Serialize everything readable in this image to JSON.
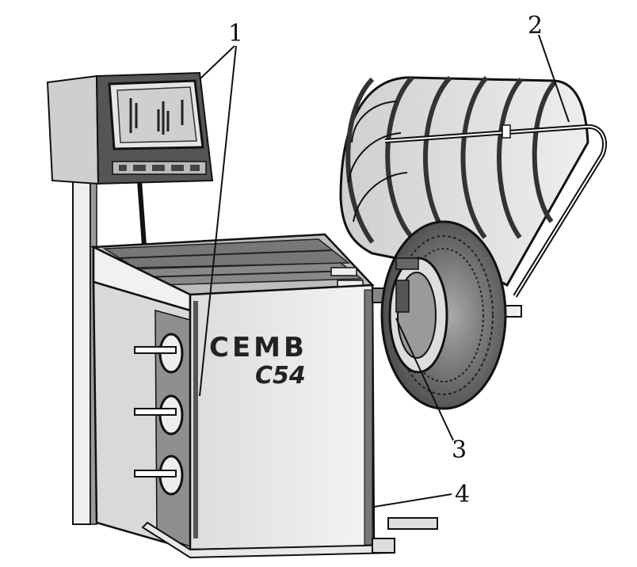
{
  "diagram": {
    "brand_text": "CEMB",
    "model_text": "C54",
    "callouts": [
      {
        "id": "1",
        "label": "1"
      },
      {
        "id": "2",
        "label": "2"
      },
      {
        "id": "3",
        "label": "3"
      },
      {
        "id": "4",
        "label": "4"
      }
    ]
  },
  "colors": {
    "ink": "#111111",
    "light_gray": "#e6e6e6",
    "mid_gray": "#b8b8b8",
    "dark_gray": "#555555"
  }
}
